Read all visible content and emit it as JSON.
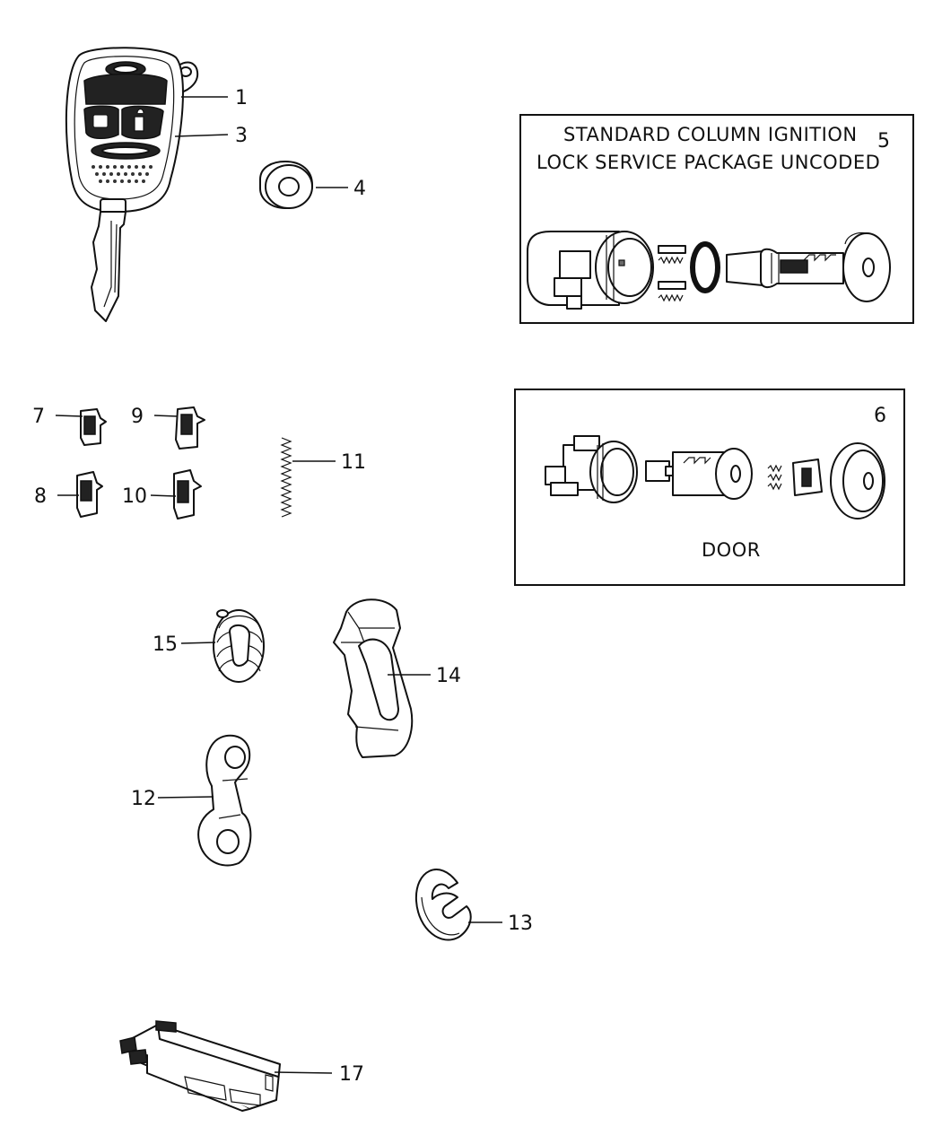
{
  "callouts": {
    "c1": "1",
    "c3": "3",
    "c4": "4",
    "c5": "5",
    "c6": "6",
    "c7": "7",
    "c8": "8",
    "c9": "9",
    "c10": "10",
    "c11": "11",
    "c12": "12",
    "c13": "13",
    "c14": "14",
    "c15": "15",
    "c17": "17"
  },
  "box5": {
    "line1": "STANDARD  COLUMN  IGNITION",
    "line2": "LOCK  SERVICE  PACKAGE  UNCODED"
  },
  "box6": {
    "caption": "DOOR"
  }
}
